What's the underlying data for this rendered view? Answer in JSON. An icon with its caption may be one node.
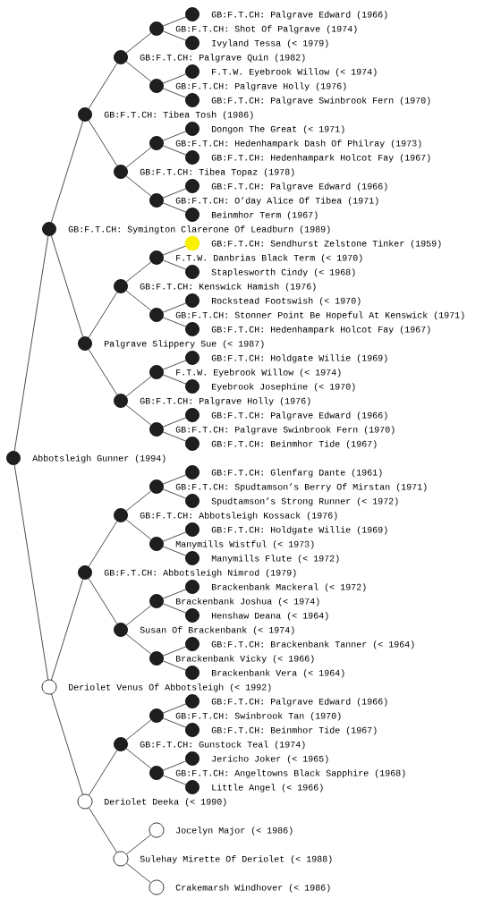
{
  "diagram": {
    "nodes": [
      {
        "text": [
          "GB:F.T.CH: Palgrave Edward (1966)"
        ]
      },
      {
        "text": [
          "GB:F.T.CH: Shot Of Palgrave (1974)"
        ]
      },
      {
        "text": [
          "Ivyland Tessa (< 1979)"
        ]
      },
      {
        "text": [
          "GB:F.T.CH: Palgrave Quin (1982)"
        ]
      },
      {
        "text": [
          "F.T.W. Eyebrook Willow (< 1974)"
        ]
      },
      {
        "text": [
          "GB:F.T.CH: Palgrave Holly (1976)"
        ]
      },
      {
        "text": [
          "GB:F.T.CH: Palgrave Swinbrook Fern (1970)"
        ]
      },
      {
        "text": [
          "GB:F.T.CH: Tibea Tosh (1986)"
        ]
      },
      {
        "text": [
          "Dongon The Great (< 1971)"
        ]
      },
      {
        "text": [
          "GB:F.T.CH: Hedenhampark Dash Of Philray (1973)"
        ]
      },
      {
        "text": [
          "GB:F.T.CH: Hedenhampark Holcot Fay (1967)"
        ]
      },
      {
        "text": [
          "GB:F.T.CH: Tibea Topaz (1978)"
        ]
      },
      {
        "text": [
          "GB:F.T.CH: Palgrave Edward (1966)"
        ]
      },
      {
        "text": [
          "GB:F.T.CH: O’day Alice Of Tibea (1971)"
        ]
      },
      {
        "text": [
          "Beinmhor Term (1967)"
        ]
      },
      {
        "text": [
          "GB:F.T.CH: Symington Clarerone Of Leadburn (1989)"
        ]
      },
      {
        "text": [
          "GB:F.T.CH: Sendhurst Zelstone Tinker (1959)"
        ]
      },
      {
        "text": [
          "F.T.W. Danbrias Black Term (< 1970)"
        ]
      },
      {
        "text": [
          "Staplesworth Cindy (< 1968)"
        ]
      },
      {
        "text": [
          "GB:F.T.CH: Kenswick Hamish (1976)"
        ]
      },
      {
        "text": [
          "Rockstead Footswish (< 1970)"
        ]
      },
      {
        "text": [
          "GB:F.T.CH: Stonner Point Be Hopeful At Kenswick (1971)"
        ]
      },
      {
        "text": [
          "GB:F.T.CH: Hedenhampark Holcot Fay (1967)"
        ]
      },
      {
        "text": [
          "Palgrave Slippery Sue (< 1987)"
        ]
      },
      {
        "text": [
          "GB:F.T.CH: Holdgate Willie (1969)"
        ]
      },
      {
        "text": [
          "F.T.W. Eyebrook Willow (< 1974)"
        ]
      },
      {
        "text": [
          "Eyebrook Josephine (< 1970)"
        ]
      },
      {
        "text": [
          "GB:F.T.CH: Palgrave Holly (1976)"
        ]
      },
      {
        "text": [
          "GB:F.T.CH: Palgrave Edward (1966)"
        ]
      },
      {
        "text": [
          "GB:F.T.CH: Palgrave Swinbrook Fern (1970)"
        ]
      },
      {
        "text": [
          "GB:F.T.CH: Beinmhor Tide (1967)"
        ]
      },
      {
        "text": [
          "Abbotsleigh Gunner (1994)"
        ]
      },
      {
        "text": [
          "GB:F.T.CH: Glenfarg Dante (1961)"
        ]
      },
      {
        "text": [
          "GB:F.T.CH: Spudtamson’s Berry Of Mirstan (1971)"
        ]
      },
      {
        "text": [
          "Spudtamson’s Strong Runner (< 1972)"
        ]
      },
      {
        "text": [
          "GB:F.T.CH: Abbotsleigh Kossack (1976)"
        ]
      },
      {
        "text": [
          "GB:F.T.CH: Holdgate Willie (1969)"
        ]
      },
      {
        "text": [
          "Manymills Wistful (< 1973)"
        ]
      },
      {
        "text": [
          "Manymills Flute (< 1972)"
        ]
      },
      {
        "text": [
          "GB:F.T.CH: Abbotsleigh Nimrod (1979)"
        ]
      },
      {
        "text": [
          "Brackenbank Mackeral (< 1972)"
        ]
      },
      {
        "text": [
          "Brackenbank Joshua (< 1974)"
        ]
      },
      {
        "text": [
          "Henshaw Deana (< 1964)"
        ]
      },
      {
        "text": [
          "Susan Of Brackenbank (< 1974)"
        ]
      },
      {
        "text": [
          "GB:F.T.CH: Brackenbank Tanner (< 1964)"
        ]
      },
      {
        "text": [
          "Brackenbank Vicky (< 1966)"
        ]
      },
      {
        "text": [
          "Brackenbank Vera (< 1964)"
        ]
      },
      {
        "text": [
          "Deriolet Venus Of Abbotsleigh (< 1992)"
        ]
      },
      {
        "text": [
          "GB:F.T.CH: Palgrave Edward (1966)"
        ]
      },
      {
        "text": [
          "GB:F.T.CH: Swinbrook Tan (1970)"
        ]
      },
      {
        "text": [
          "GB:F.T.CH: Beinmhor Tide (1967)"
        ]
      },
      {
        "text": [
          "GB:F.T.CH: Gunstock Teal (1974)"
        ]
      },
      {
        "text": [
          "Jericho Joker (< 1965)"
        ]
      },
      {
        "text": [
          "GB:F.T.CH: Angeltowns Black Sapphire (1968)"
        ]
      },
      {
        "text": [
          "Little Angel (< 1966)"
        ]
      },
      {
        "text": [
          "Deriolet Deeka (< 1990)"
        ]
      },
      {
        "text": [
          "Jocelyn Major (< 1986)"
        ]
      },
      {
        "text": [
          "Sulehay Mirette Of Deriolet (< 1988)"
        ]
      },
      {
        "text": [
          "Crakemarsh Windhover (< 1986)"
        ]
      }
    ],
    "edges": [
      {
        "from": 31,
        "to": 15,
        "arrow": "none"
      },
      {
        "from": 31,
        "to": 47,
        "arrow": "none"
      },
      {
        "from": 15,
        "to": 7,
        "arrow": "none"
      },
      {
        "from": 15,
        "to": 23,
        "arrow": "none"
      },
      {
        "from": 7,
        "to": 3,
        "arrow": "none"
      },
      {
        "from": 7,
        "to": 11,
        "arrow": "none"
      },
      {
        "from": 3,
        "to": 1,
        "arrow": "none"
      },
      {
        "from": 3,
        "to": 5,
        "arrow": "none"
      },
      {
        "from": 1,
        "to": 0,
        "arrow": "none"
      },
      {
        "from": 1,
        "to": 2,
        "arrow": "none"
      },
      {
        "from": 5,
        "to": 4,
        "arrow": "none"
      },
      {
        "from": 5,
        "to": 6,
        "arrow": "none"
      },
      {
        "from": 11,
        "to": 9,
        "arrow": "none"
      },
      {
        "from": 11,
        "to": 13,
        "arrow": "none"
      },
      {
        "from": 9,
        "to": 8,
        "arrow": "none"
      },
      {
        "from": 9,
        "to": 10,
        "arrow": "none"
      },
      {
        "from": 13,
        "to": 12,
        "arrow": "none"
      },
      {
        "from": 13,
        "to": 14,
        "arrow": "none"
      },
      {
        "from": 23,
        "to": 19,
        "arrow": "none"
      },
      {
        "from": 23,
        "to": 27,
        "arrow": "none"
      },
      {
        "from": 19,
        "to": 17,
        "arrow": "none"
      },
      {
        "from": 19,
        "to": 21,
        "arrow": "none"
      },
      {
        "from": 17,
        "to": 16,
        "arrow": "none"
      },
      {
        "from": 17,
        "to": 18,
        "arrow": "none"
      },
      {
        "from": 21,
        "to": 20,
        "arrow": "none"
      },
      {
        "from": 21,
        "to": 22,
        "arrow": "none"
      },
      {
        "from": 27,
        "to": 25,
        "arrow": "none"
      },
      {
        "from": 27,
        "to": 29,
        "arrow": "none"
      },
      {
        "from": 25,
        "to": 24,
        "arrow": "none"
      },
      {
        "from": 25,
        "to": 26,
        "arrow": "none"
      },
      {
        "from": 29,
        "to": 28,
        "arrow": "none"
      },
      {
        "from": 29,
        "to": 30,
        "arrow": "none"
      },
      {
        "from": 47,
        "to": 39,
        "arrow": "none"
      },
      {
        "from": 47,
        "to": 55,
        "arrow": "none"
      },
      {
        "from": 39,
        "to": 35,
        "arrow": "none"
      },
      {
        "from": 39,
        "to": 43,
        "arrow": "none"
      },
      {
        "from": 35,
        "to": 33,
        "arrow": "none"
      },
      {
        "from": 35,
        "to": 37,
        "arrow": "none"
      },
      {
        "from": 33,
        "to": 32,
        "arrow": "none"
      },
      {
        "from": 33,
        "to": 34,
        "arrow": "none"
      },
      {
        "from": 37,
        "to": 36,
        "arrow": "none"
      },
      {
        "from": 37,
        "to": 38,
        "arrow": "none"
      },
      {
        "from": 43,
        "to": 41,
        "arrow": "none"
      },
      {
        "from": 43,
        "to": 45,
        "arrow": "none"
      },
      {
        "from": 41,
        "to": 40,
        "arrow": "none"
      },
      {
        "from": 41,
        "to": 42,
        "arrow": "none"
      },
      {
        "from": 45,
        "to": 44,
        "arrow": "none"
      },
      {
        "from": 45,
        "to": 46,
        "arrow": "none"
      },
      {
        "from": 55,
        "to": 51,
        "arrow": "none"
      },
      {
        "from": 55,
        "to": 57,
        "arrow": "none"
      },
      {
        "from": 51,
        "to": 49,
        "arrow": "none"
      },
      {
        "from": 51,
        "to": 53,
        "arrow": "none"
      },
      {
        "from": 49,
        "to": 48,
        "arrow": "none"
      },
      {
        "from": 49,
        "to": 50,
        "arrow": "none"
      },
      {
        "from": 53,
        "to": 52,
        "arrow": "none"
      },
      {
        "from": 53,
        "to": 54,
        "arrow": "none"
      },
      {
        "from": 57,
        "to": 56,
        "arrow": "none"
      },
      {
        "from": 57,
        "to": 58,
        "arrow": "none"
      }
    ]
  }
}
